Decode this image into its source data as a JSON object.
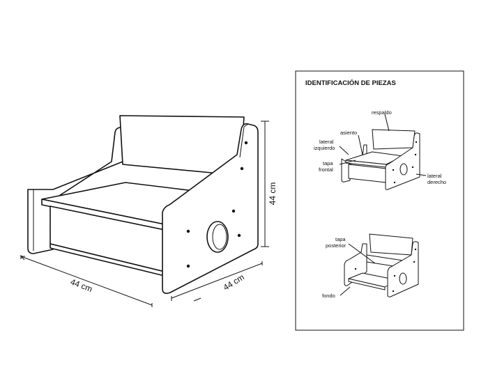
{
  "dimensions": {
    "width": "44 cm",
    "depth": "44 cm",
    "height": "44 cm"
  },
  "panel": {
    "title": "IDENTIFICACIÓN DE PIEZAS",
    "labels": {
      "respaldo": "respaldo",
      "asiento": "asiento",
      "lateral_izquierdo_1": "lateral",
      "lateral_izquierdo_2": "izquierdo",
      "tapa_frontal_1": "tapa",
      "tapa_frontal_2": "frontal",
      "lateral_derecho_1": "lateral",
      "lateral_derecho_2": "derecho",
      "tapa_posterior_1": "tapa",
      "tapa_posterior_2": "posterior",
      "fondo": "fondo"
    }
  }
}
